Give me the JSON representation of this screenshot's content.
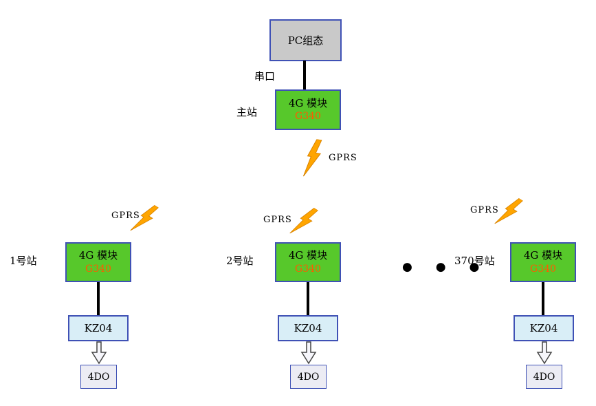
{
  "colors": {
    "module_green": "#57c82b",
    "g340_orange": "#ff5a00",
    "pc_gray": "#c9c9c9",
    "border_blue": "#3f51b5",
    "kz04_blue": "#d9eef7",
    "do_fill": "#ececf4",
    "bolt_orange": "#ffa500",
    "line_black": "#000000"
  },
  "master": {
    "pc_label": "PC组态",
    "serial_label": "串口",
    "role_label": "主站",
    "module_title": "4G 模块",
    "module_model": "G340",
    "gprs_label": "GPRS"
  },
  "stations": [
    {
      "name": "1号站",
      "gprs_label": "GPRS",
      "module_title": "4G 模块",
      "module_model": "G340",
      "controller_label": "KZ04",
      "io_label": "4DO"
    },
    {
      "name": "2号站",
      "gprs_label": "GPRS",
      "module_title": "4G 模块",
      "module_model": "G340",
      "controller_label": "KZ04",
      "io_label": "4DO"
    },
    {
      "name": "370号站",
      "gprs_label": "GPRS",
      "module_title": "4G 模块",
      "module_model": "G340",
      "controller_label": "KZ04",
      "io_label": "4DO"
    }
  ],
  "ellipsis": "●  ●  ●"
}
